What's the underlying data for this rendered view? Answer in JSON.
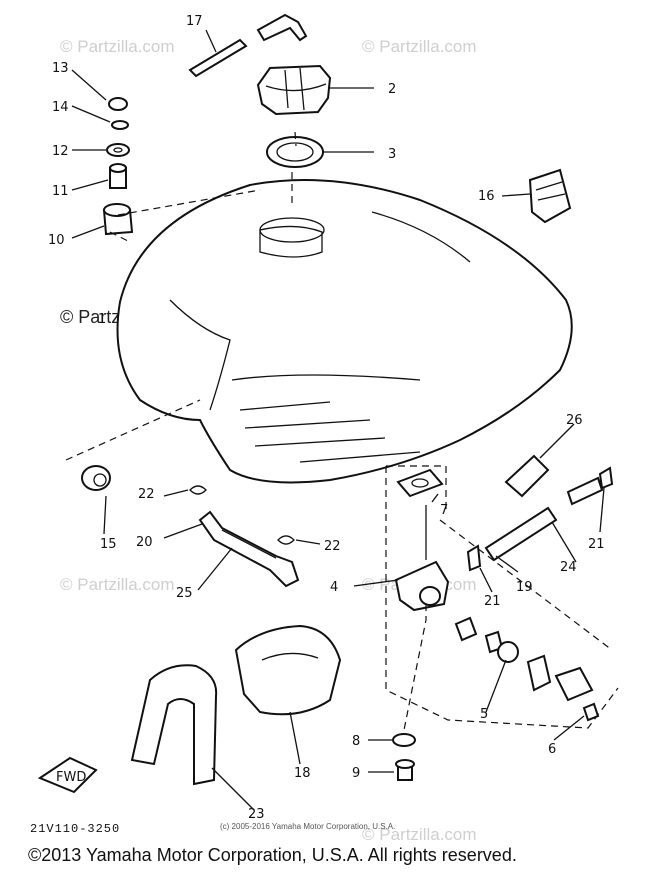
{
  "watermark": "© Partzilla.com",
  "watermark_main": "© Partzilla.com",
  "callouts": {
    "p2": "2",
    "p3": "3",
    "p4": "4",
    "p5": "5",
    "p6": "6",
    "p7": "7",
    "p8": "8",
    "p9": "9",
    "p10": "10",
    "p11": "11",
    "p12": "12",
    "p13": "13",
    "p14": "14",
    "p15": "15",
    "p16": "16",
    "p17": "17",
    "p18": "18",
    "p19": "19",
    "p20": "20",
    "p21a": "21",
    "p21b": "21",
    "p22a": "22",
    "p22b": "22",
    "p23": "23",
    "p24": "24",
    "p25": "25",
    "p26": "26",
    "p1": "1"
  },
  "fwd_label": "FWD",
  "doc_code": "21V110-3250",
  "small_copyright": "(c) 2005-2016 Yamaha Motor Corporation, U.S.A.",
  "footer": "©2013 Yamaha Motor Corporation, U.S.A. All rights reserved."
}
